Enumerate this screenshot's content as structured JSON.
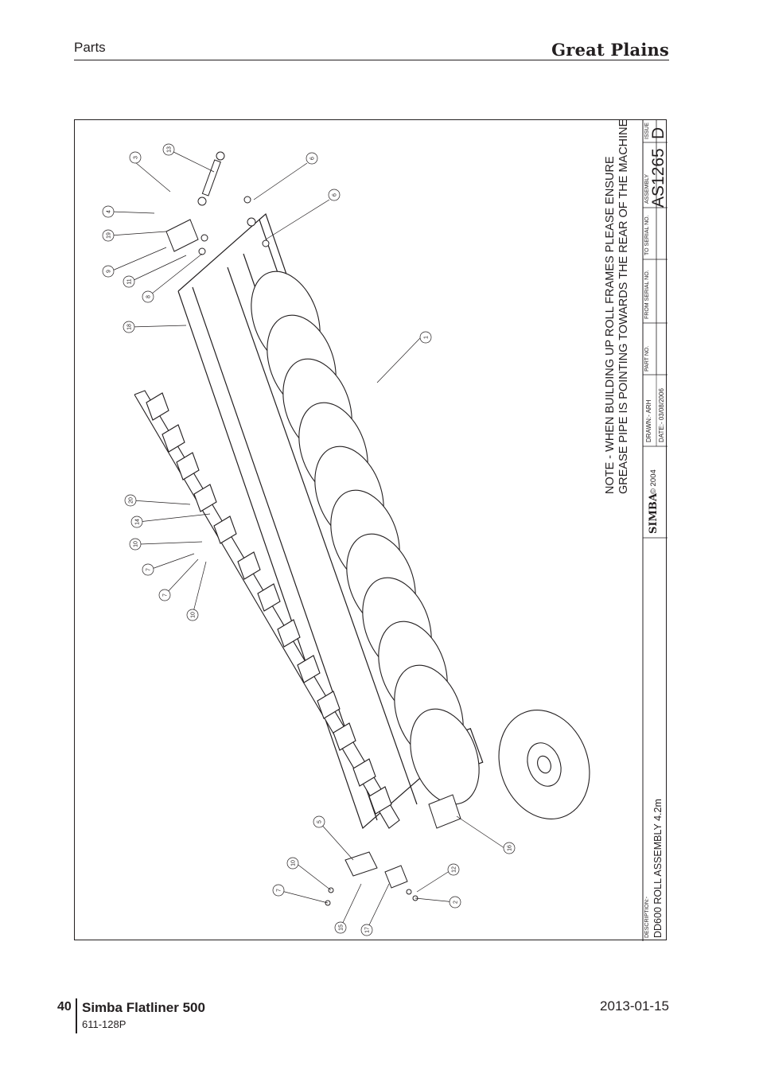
{
  "header": {
    "section": "Parts",
    "brand": "Great Plains"
  },
  "drawing": {
    "note_line1": "NOTE - WHEN BUILDING UP ROLL FRAMES PLEASE ENSURE",
    "note_line2": "GREASE PIPE IS POINTING TOWARDS THE REAR OF THE MACHINE",
    "callouts": [
      "1",
      "2",
      "3",
      "4",
      "5",
      "6",
      "6",
      "7",
      "7",
      "7",
      "8",
      "9",
      "10",
      "10",
      "10",
      "11",
      "12",
      "13",
      "14",
      "15",
      "16",
      "17",
      "18",
      "19",
      "20"
    ]
  },
  "title_block": {
    "description_label": "DESCRIPTION:-",
    "description": "DD600 ROLL ASSEMBLY 4.2m",
    "copyright": "© 2004",
    "logo": "SIMBA",
    "drawn": "DRAWN:- ARH",
    "date": "DATE:- 03/08/2006",
    "part_no_label": "PART NO.",
    "from_serial_label": "FROM SERIAL NO.",
    "to_serial_label": "TO SERIAL NO.",
    "assembly_label": "ASSEMBLY",
    "assembly": "AS1265",
    "issue_label": "ISSUE",
    "issue": "D"
  },
  "footer": {
    "page_number": "40",
    "title": "Simba Flatliner 500",
    "code": "611-128P",
    "date": "2013-01-15"
  }
}
